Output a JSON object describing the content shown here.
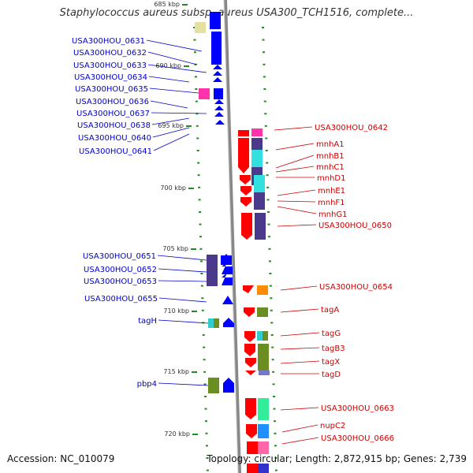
{
  "title": "Staphylococcus aureus subsp. aureus USA300_TCH1516, complete...",
  "footer": {
    "accession": "Accession: NC_010079",
    "topology": "Topology: circular; Length: 2,872,915 bp; Genes: 2,739"
  },
  "axis_labels": [
    "685 kbp",
    "690 kbp",
    "695 kbp",
    "700 kbp",
    "705 kbp",
    "710 kbp",
    "715 kbp",
    "720 kbp"
  ],
  "colors": {
    "minus_strand_label": "#0000cc",
    "plus_strand_label": "#cc0000",
    "minus_gene": "#0000ff",
    "plus_gene": "#ff0000",
    "tick": "#228b22"
  },
  "left_labels": [
    "USA300HOU_0631",
    "USA300HOU_0632",
    "USA300HOU_0633",
    "USA300HOU_0634",
    "USA300HOU_0635",
    "USA300HOU_0636",
    "USA300HOU_0637",
    "USA300HOU_0638",
    "USA300HOU_0640",
    "USA300HOU_0641",
    "USA300HOU_0651",
    "USA300HOU_0652",
    "USA300HOU_0653",
    "USA300HOU_0655",
    "tagH",
    "pbp4"
  ],
  "right_labels": [
    "USA300HOU_0642",
    "mnhA1",
    "mnhB1",
    "mnhC1",
    "mnhD1",
    "mnhE1",
    "mnhF1",
    "mnhG1",
    "USA300HOU_0650",
    "USA300HOU_0654",
    "tagA",
    "tagG",
    "tagB3",
    "tagX",
    "tagD",
    "USA300HOU_0663",
    "nupC2",
    "USA300HOU_0666"
  ]
}
